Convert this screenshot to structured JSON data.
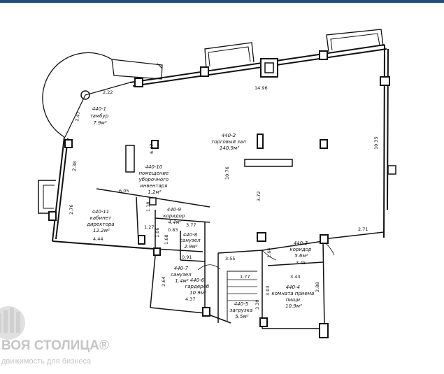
{
  "rooms": [
    {
      "id": "440-1",
      "lines": [
        "440-1",
        "тамбур",
        "7.9м²"
      ]
    },
    {
      "id": "440-2",
      "lines": [
        "440-2",
        "торговый зал",
        "140.9м²"
      ]
    },
    {
      "id": "440-10",
      "lines": [
        "440-10",
        "помещение",
        "уборочного",
        "инвентаря",
        "1.2м²"
      ]
    },
    {
      "id": "440-11",
      "lines": [
        "440-11",
        "кабинет",
        "директора",
        "12.2м²"
      ]
    },
    {
      "id": "440-9",
      "lines": [
        "440-9",
        "коридор",
        "4.4м²"
      ]
    },
    {
      "id": "440-8",
      "lines": [
        "440-8",
        "санузел",
        "2.9м²"
      ]
    },
    {
      "id": "440-7",
      "lines": [
        "440-7",
        "санузел",
        "1.4м²"
      ]
    },
    {
      "id": "440-6",
      "lines": [
        "440-6",
        "гардероб",
        "10.9м²"
      ]
    },
    {
      "id": "440-5",
      "lines": [
        "440-5",
        "загрузка",
        "5.5м²"
      ]
    },
    {
      "id": "440-3",
      "lines": [
        "440-3",
        "коридор",
        "5.6м²"
      ]
    },
    {
      "id": "440-4",
      "lines": [
        "440-4",
        "комната приема",
        "пищи",
        "10.9м²"
      ]
    }
  ],
  "dimensions": [
    "2.22",
    "2.47",
    "14.96",
    "10.35",
    "6.47",
    "2.38",
    "10.76",
    "3.72",
    "6.05",
    "2.76",
    "1.18",
    "4.44",
    "1.27",
    "0.83",
    "1.06",
    "1.68",
    "3.77",
    "2.71",
    "1.64",
    "3.55",
    "1.77",
    "3.45",
    "3.43",
    "0.91",
    "2.64",
    "4.37",
    "3.03",
    "3.30",
    "2.88"
  ],
  "watermark": {
    "title": "ВОЯ СТОЛИЦА®",
    "subtitle": "движимость для бизнеса"
  }
}
